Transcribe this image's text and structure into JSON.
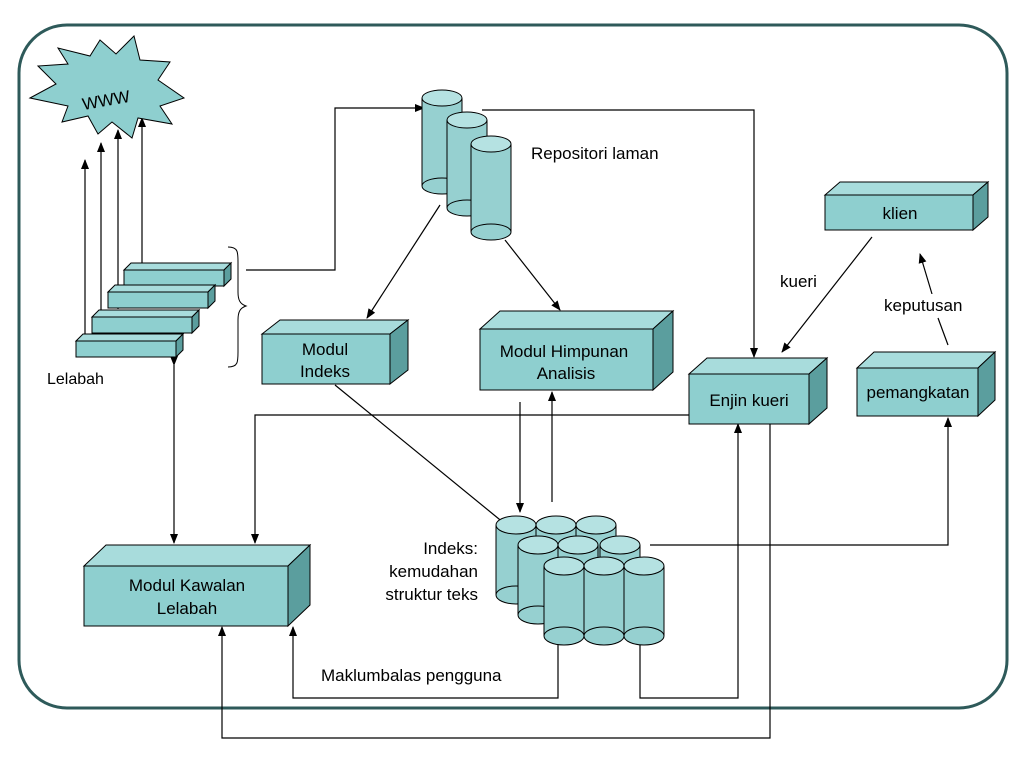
{
  "colors": {
    "frame": "#2e5a5a",
    "box_front": "#8ecfcf",
    "box_top": "#a8dcdc",
    "box_side": "#5b9e9e",
    "cylinder_body": "#96d0d0",
    "cylinder_top": "#b5e2e2",
    "line": "#000000"
  },
  "web": {
    "label": "WWW"
  },
  "spider": {
    "label": "Lelabah"
  },
  "repository": {
    "label": "Repositori laman"
  },
  "index_module": {
    "label_line1": "Modul",
    "label_line2": "Indeks"
  },
  "analysis_module": {
    "label_line1": "Modul Himpunan",
    "label_line2": "Analisis"
  },
  "query_engine": {
    "label": "Enjin kueri"
  },
  "client": {
    "label": "klien"
  },
  "ranking": {
    "label": "pemangkatan"
  },
  "crawl_control": {
    "label_line1": "Modul Kawalan",
    "label_line2": "Lelabah"
  },
  "indexes": {
    "label_line1": "Indeks:",
    "label_line2": "kemudahan",
    "label_line3": "struktur teks"
  },
  "edge_labels": {
    "query": "kueri",
    "decision": "keputusan",
    "feedback": "Maklumbalas pengguna"
  }
}
